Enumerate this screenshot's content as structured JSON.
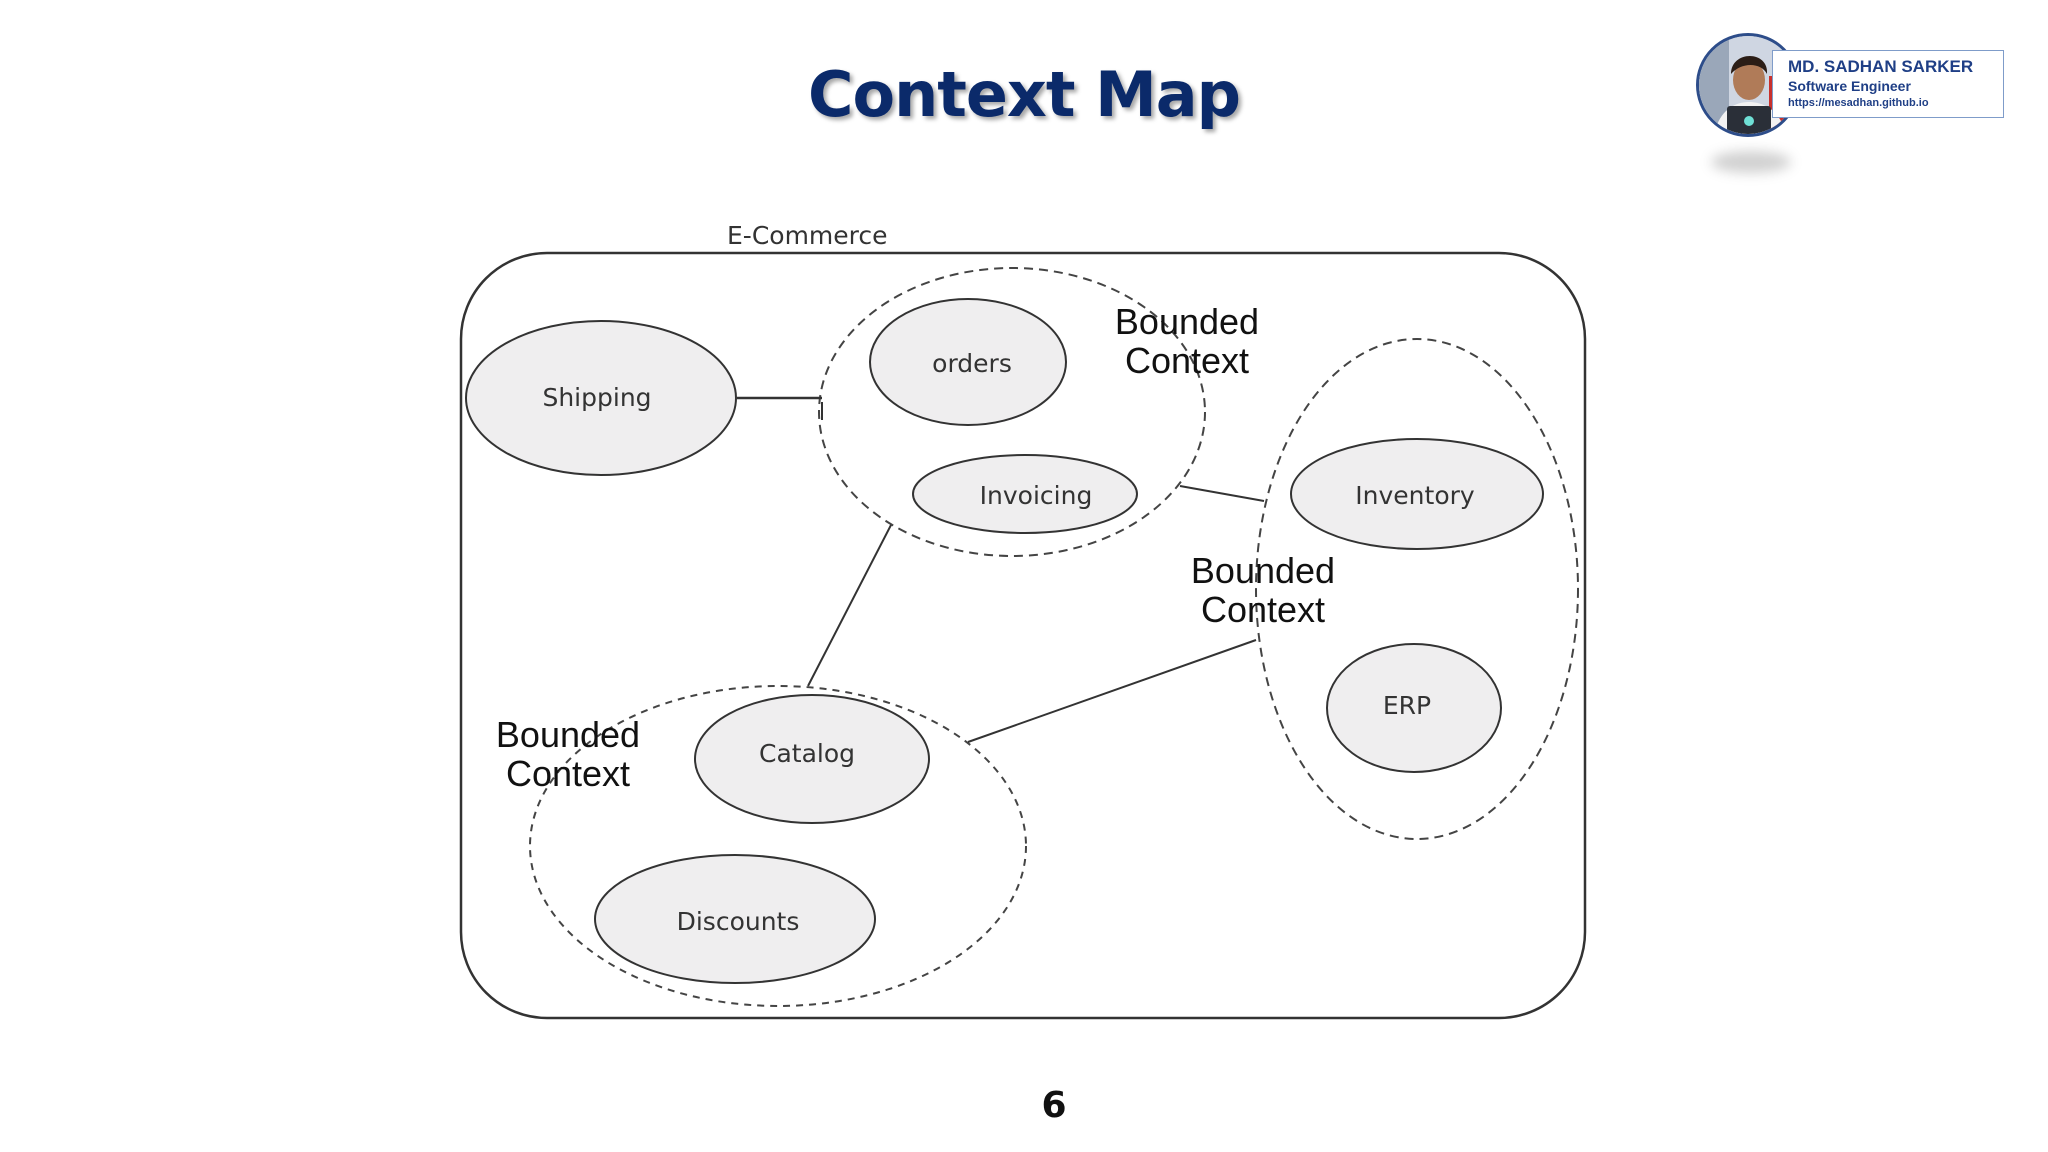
{
  "slide": {
    "title": "Context Map",
    "page_number": "6"
  },
  "author": {
    "name": "MD. SADHAN SARKER",
    "role": "Software Engineer",
    "url": "https://mesadhan.github.io"
  },
  "diagram": {
    "container_label": "E-Commerce",
    "domains": {
      "shipping": "Shipping",
      "orders": "orders",
      "invoicing": "Invoicing",
      "inventory": "Inventory",
      "erp": "ERP",
      "catalog": "Catalog",
      "discounts": "Discounts"
    },
    "bounded_context_labels": {
      "top_line1": "Bounded",
      "top_line2": "Context",
      "right_line1": "Bounded",
      "right_line2": "Context",
      "left_line1": "Bounded",
      "left_line2": "Context"
    }
  },
  "colors": {
    "title": "#0b2a6a",
    "author_text": "#1f3f86",
    "domain_fill": "#efeeef",
    "stroke": "#333333"
  }
}
